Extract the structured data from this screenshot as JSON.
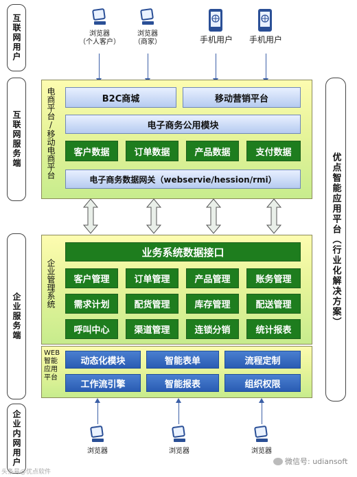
{
  "side_labels": {
    "internet_users": "互联网用户",
    "internet_service": "互联网服务端",
    "enterprise_service": "企业服务端",
    "intranet_users": "企业内网用户",
    "platform": "优点智能应用平台（行业化解决方案）"
  },
  "top_users": [
    {
      "line1": "浏览器",
      "line2": "（个人客户）",
      "icon": "computer-icon"
    },
    {
      "line1": "浏览器",
      "line2": "（商家）",
      "icon": "computer-icon"
    },
    {
      "line1": "手机用户",
      "line2": "",
      "icon": "mobile-phone-icon"
    },
    {
      "line1": "手机用户",
      "line2": "",
      "icon": "mobile-phone-icon"
    }
  ],
  "ecommerce_panel": {
    "label": "电商平台/移动电商平台",
    "b2c": "B2C商城",
    "mobile_marketing": "移动营销平台",
    "public_module": "电子商务公用模块",
    "data_boxes": [
      "客户数据",
      "订单数据",
      "产品数据",
      "支付数据"
    ],
    "gateway": "电子商务数据网关（webservie/hession/rmi）"
  },
  "enterprise_panel": {
    "label": "企业管理系统",
    "interface": "业务系统数据接口",
    "modules": [
      [
        "客户管理",
        "订单管理",
        "产品管理",
        "账务管理"
      ],
      [
        "需求计划",
        "配货管理",
        "库存管理",
        "配送管理"
      ],
      [
        "呼叫中心",
        "渠道管理",
        "连锁分销",
        "统计报表"
      ]
    ]
  },
  "web_panel": {
    "label": "WEB智能应用平台",
    "modules": [
      [
        "动态化模块",
        "智能表单",
        "流程定制"
      ],
      [
        "工作流引擎",
        "智能报表",
        "组织权限"
      ]
    ]
  },
  "bottom_users": [
    "浏览器",
    "浏览器",
    "浏览器"
  ],
  "watermark_right": "微信号: udiansoft",
  "watermark_left": "头条号@优点软件",
  "colors": {
    "green": "#1e7d1e",
    "blue": "#2a5cb3",
    "panel": "#e7f49a"
  }
}
